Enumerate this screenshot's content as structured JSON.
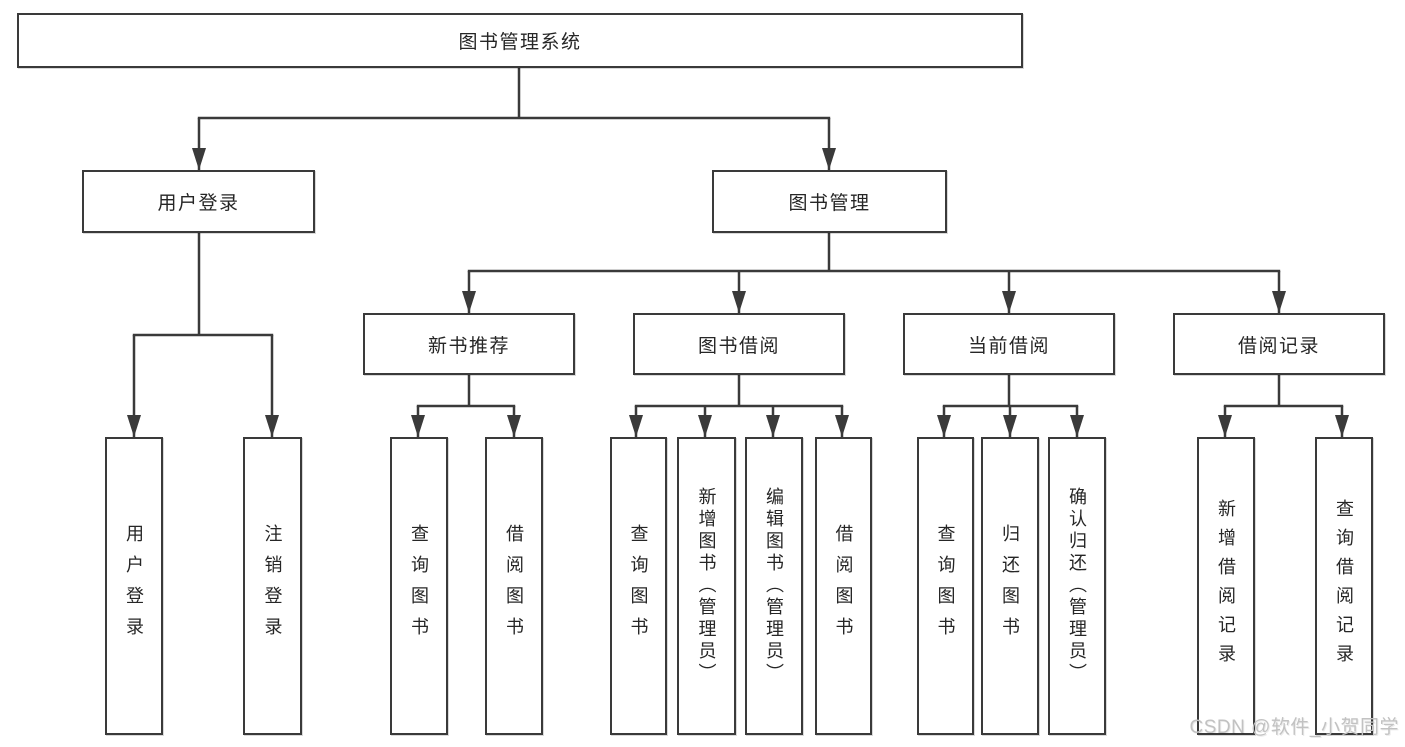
{
  "watermark": "CSDN @软件_小贺同学",
  "colors": {
    "line": "#3a3a3a",
    "box_background": "#ffffff",
    "text": "#262626",
    "watermark": "#c2c2c2"
  },
  "tree": {
    "root": "图书管理系统",
    "branches": [
      {
        "label": "用户登录",
        "leaves": [
          "用户登录",
          "注销登录"
        ]
      },
      {
        "label": "图书管理",
        "groups": [
          {
            "label": "新书推荐",
            "leaves": [
              "查询图书",
              "借阅图书"
            ]
          },
          {
            "label": "图书借阅",
            "leaves": [
              "查询图书",
              "新增图书（管理员）",
              "编辑图书（管理员）",
              "借阅图书"
            ]
          },
          {
            "label": "当前借阅",
            "leaves": [
              "查询图书",
              "归还图书",
              "确认归还（管理员）"
            ]
          },
          {
            "label": "借阅记录",
            "leaves": [
              "新增借阅记录",
              "查询借阅记录"
            ]
          }
        ]
      }
    ]
  }
}
